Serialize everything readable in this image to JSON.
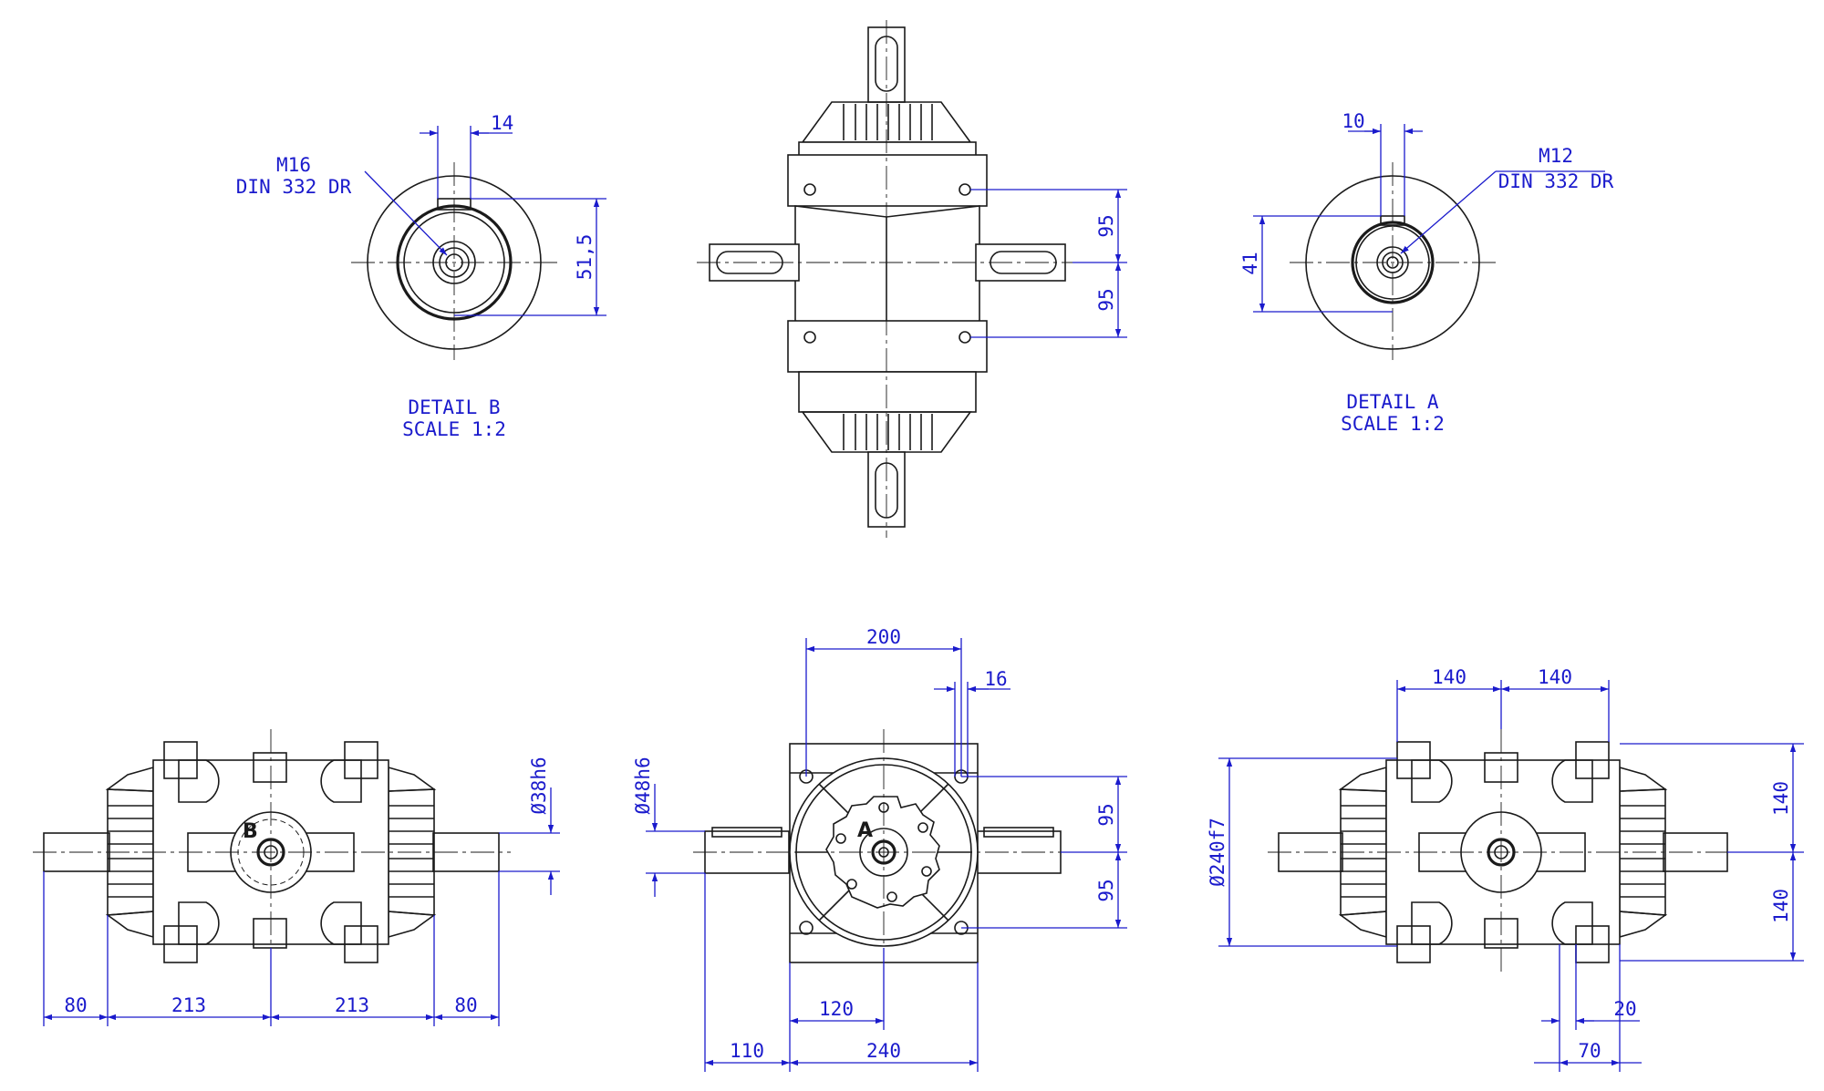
{
  "colors": {
    "geometry": "#1a1a1a",
    "dimension": "#1a1acc",
    "background": "#ffffff"
  },
  "detail_b": {
    "thread_line1": "M16",
    "thread_line2": "DIN 332 DR",
    "dim_key_width": "14",
    "dim_height": "51,5",
    "title": "DETAIL B",
    "scale": "SCALE 1:2"
  },
  "detail_a": {
    "thread_line1": "M12",
    "thread_line2": "DIN 332 DR",
    "dim_key_width": "10",
    "dim_height": "41",
    "title": "DETAIL A",
    "scale": "SCALE 1:2"
  },
  "top_view": {
    "dim_upper": "95",
    "dim_lower": "95"
  },
  "left_view": {
    "shaft_diameter": "Ø38h6",
    "dim_80_left": "80",
    "dim_213_left": "213",
    "dim_213_right": "213",
    "dim_80_right": "80",
    "detail_marker": "B"
  },
  "front_view": {
    "dim_200": "200",
    "dim_16": "16",
    "shaft_diameter": "Ø48h6",
    "dim_95_upper": "95",
    "dim_95_lower": "95",
    "dim_120": "120",
    "dim_110": "110",
    "dim_240": "240",
    "detail_marker": "A"
  },
  "right_view": {
    "dim_140_left": "140",
    "dim_140_right": "140",
    "pilot_diameter": "Ø240f7",
    "dim_140_upper": "140",
    "dim_140_lower": "140",
    "dim_20": "20",
    "dim_70": "70"
  }
}
